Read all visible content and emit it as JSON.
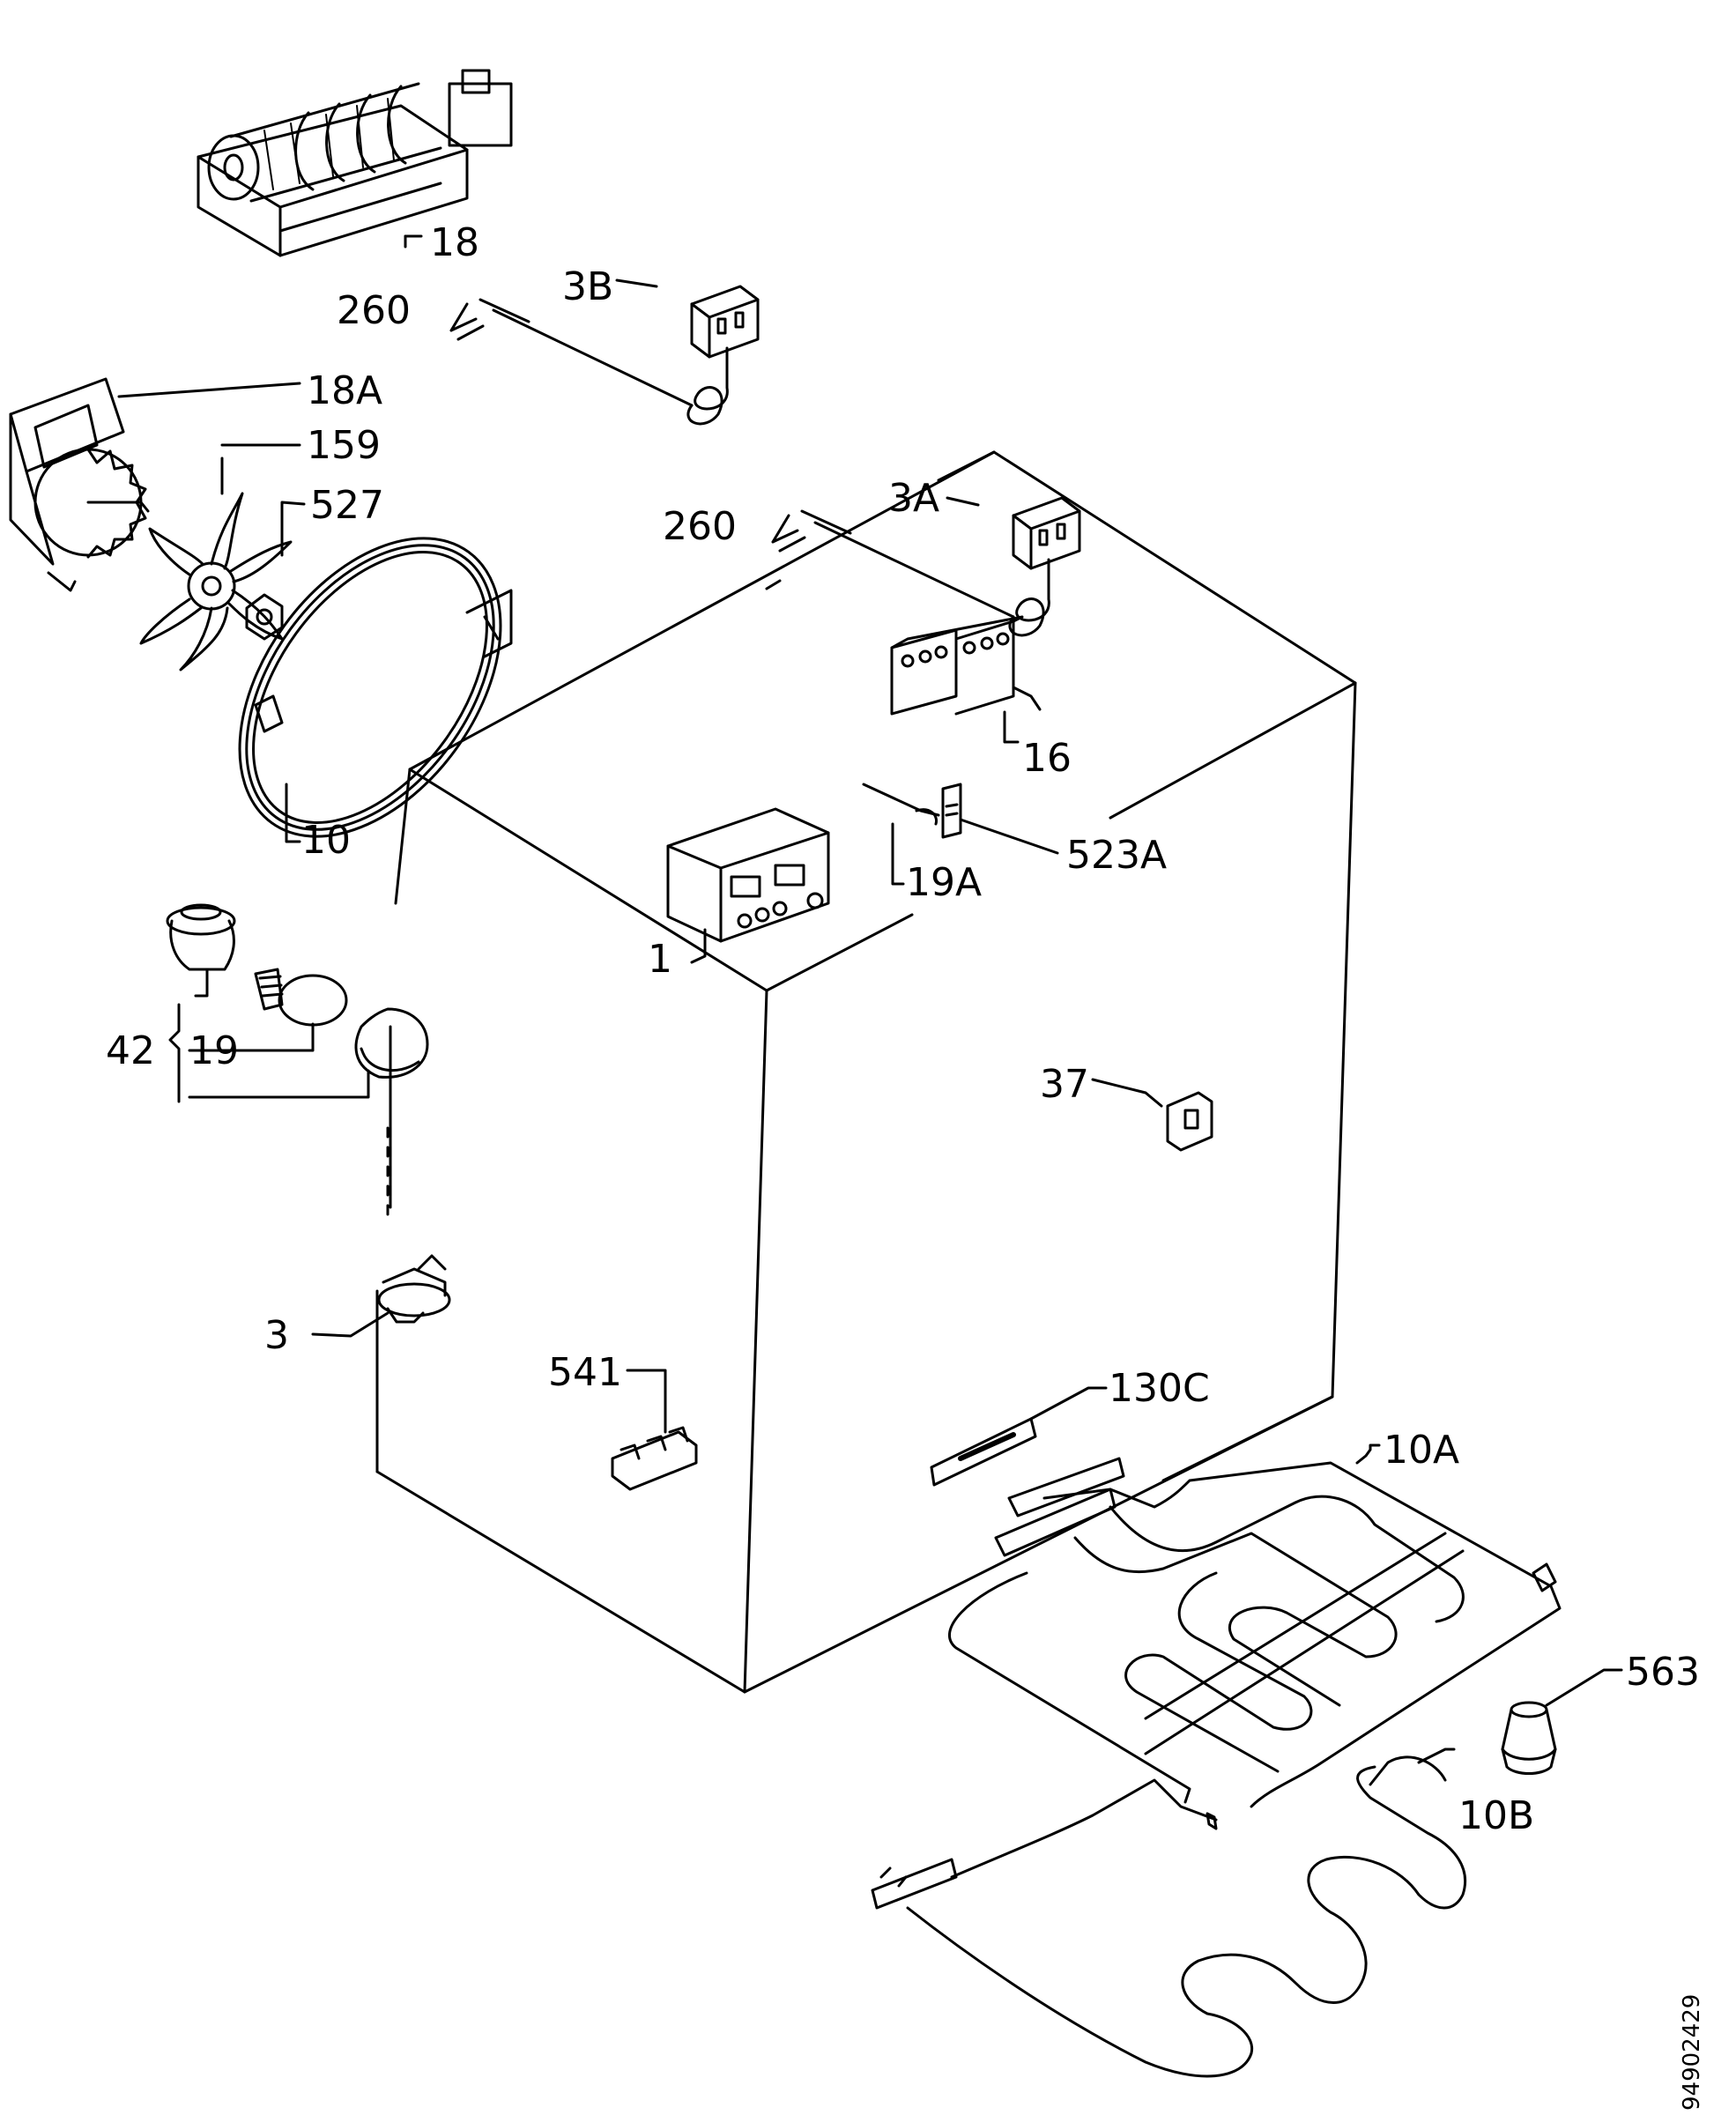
{
  "labels": {
    "l18": "18",
    "l3b": "3B",
    "l260a": "260",
    "l18a": "18A",
    "l159": "159",
    "l527": "527",
    "l3a": "3A",
    "l260b": "260",
    "l16": "16",
    "l10": "10",
    "l19a": "19A",
    "l523a": "523A",
    "l1": "1",
    "l42": "42",
    "l19": "19",
    "l37": "37",
    "l3": "3",
    "l541": "541",
    "l130c": "130C",
    "l10a": "10A",
    "l563": "563",
    "l10b": "10B"
  },
  "doc_number": "94902429"
}
